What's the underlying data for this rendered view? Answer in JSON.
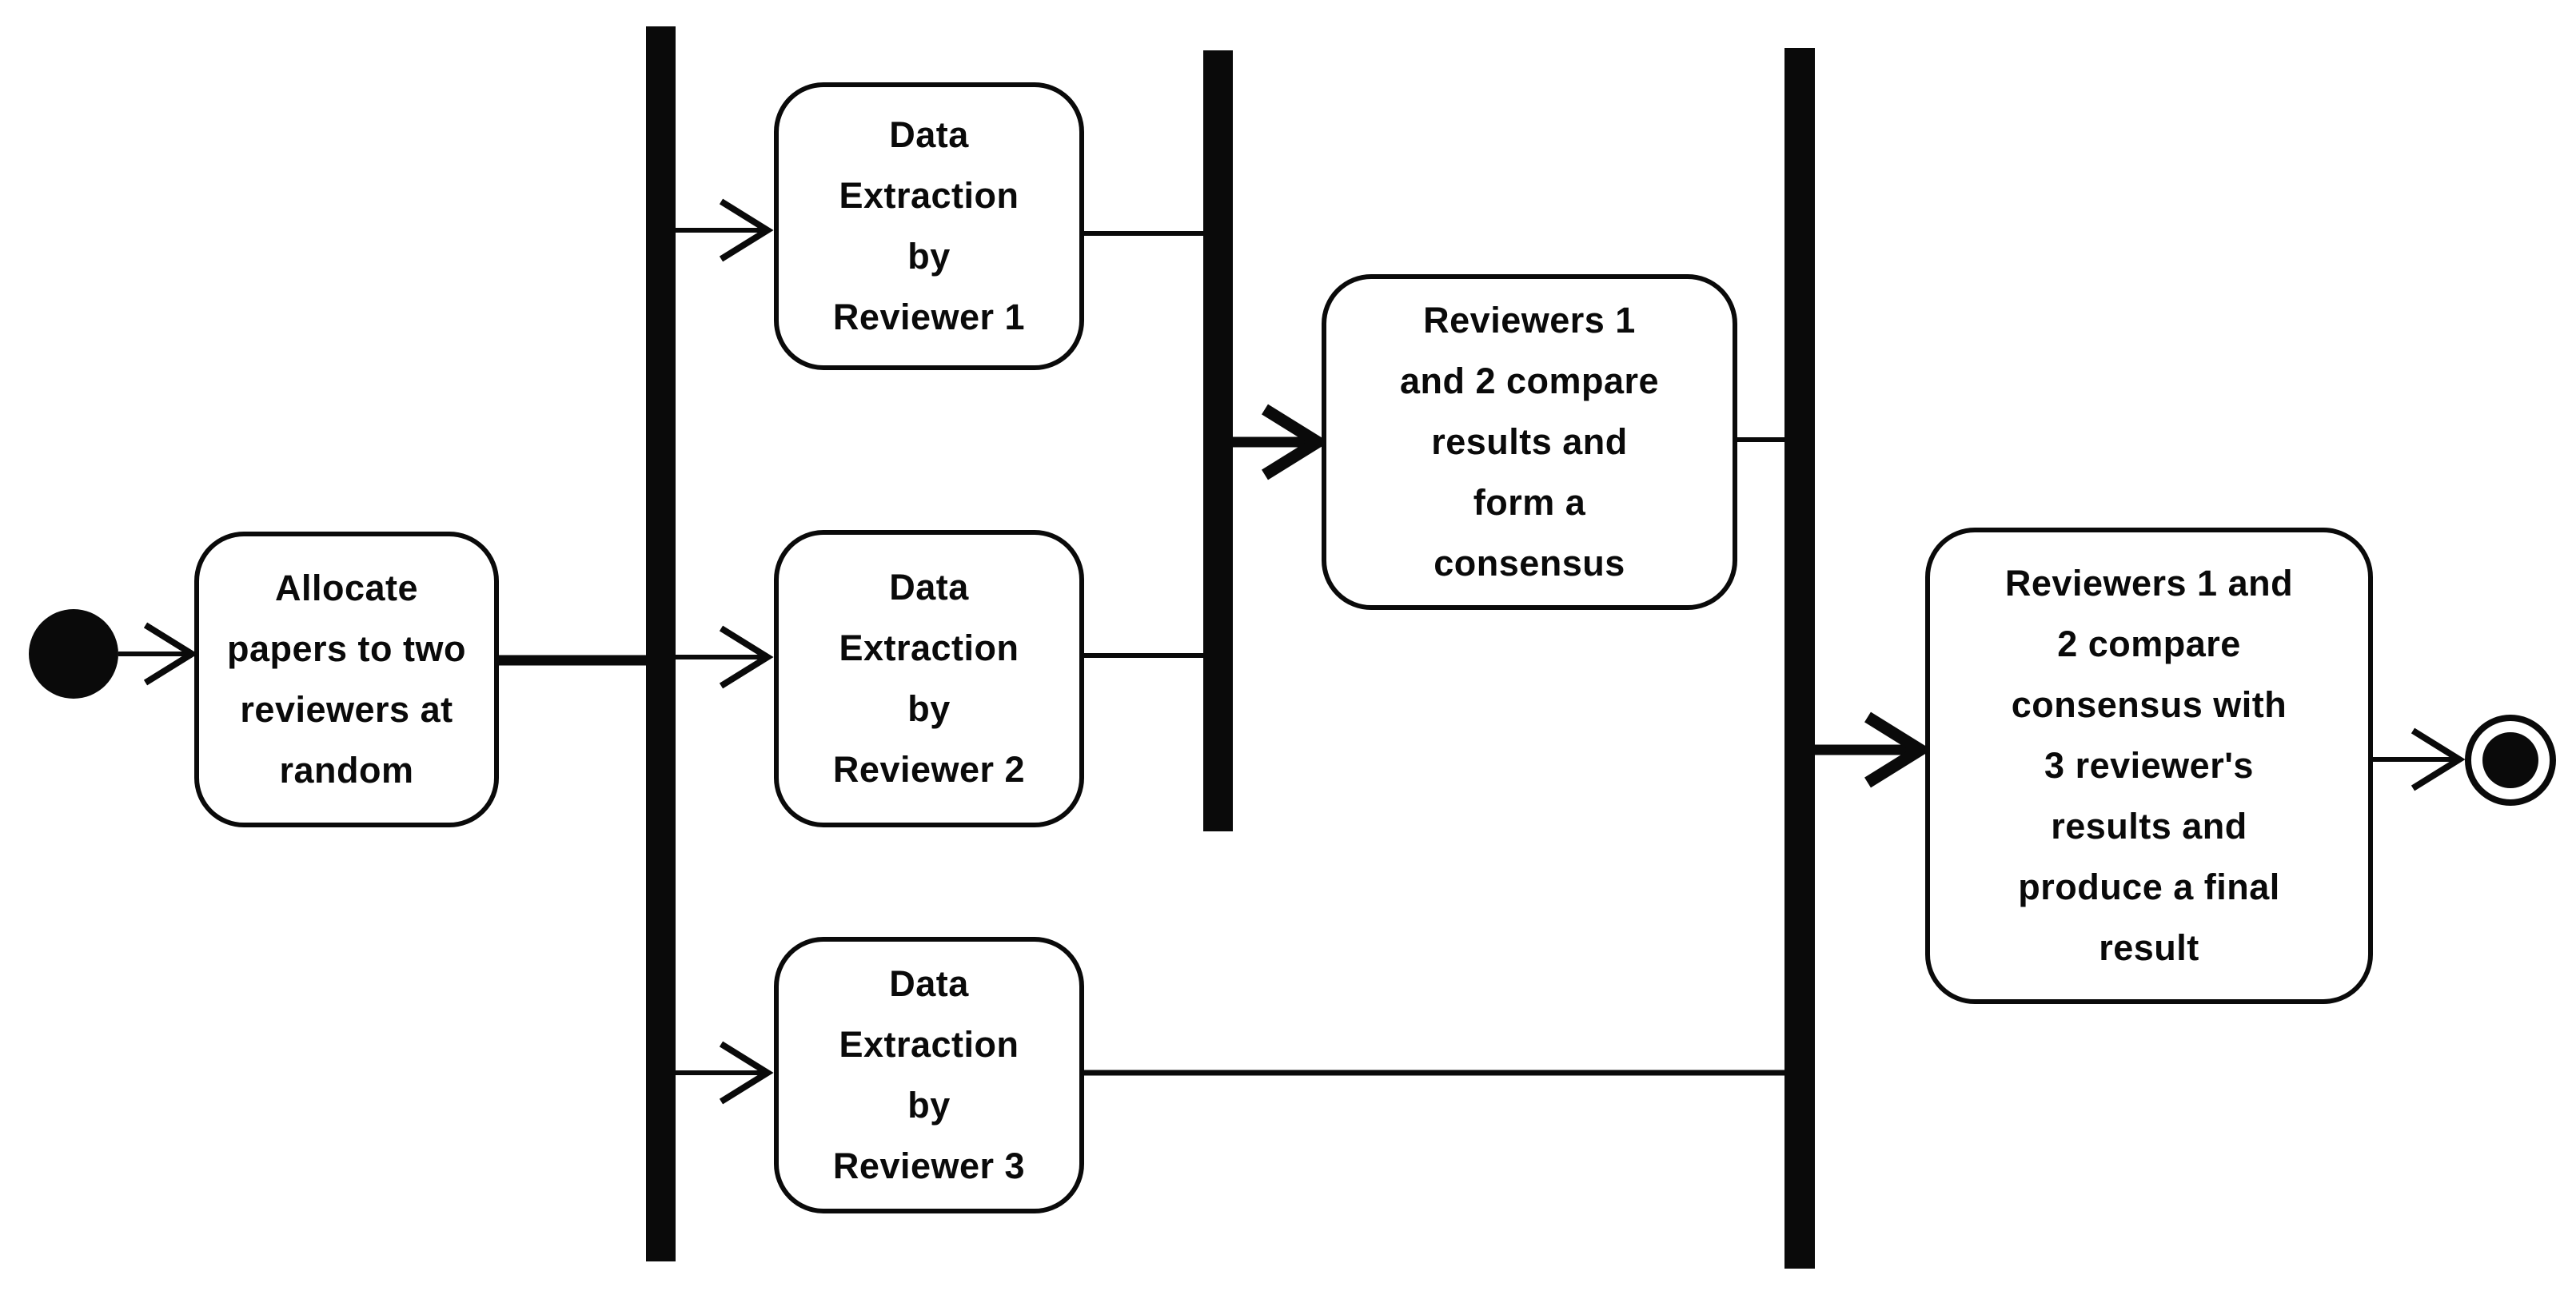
{
  "diagram_type": "uml-activity-diagram",
  "colors": {
    "ink": "#0a0a0a",
    "background": "#ffffff"
  },
  "nodes": {
    "start": {
      "kind": "initial-node"
    },
    "allocate": {
      "label": "Allocate\npapers to two\nreviewers at\nrandom"
    },
    "extract1": {
      "label": "Data\nExtraction\nby\nReviewer 1"
    },
    "extract2": {
      "label": "Data\nExtraction\nby\nReviewer 2"
    },
    "extract3": {
      "label": "Data\nExtraction\nby\nReviewer 3"
    },
    "consensus": {
      "label": "Reviewers 1\nand 2 compare\nresults and\nform a\nconsensus"
    },
    "final": {
      "label": "Reviewers 1 and\n2 compare\nconsensus with\n3 reviewer's\nresults and\nproduce a final\nresult"
    },
    "end": {
      "kind": "activity-final-node"
    }
  },
  "bars": {
    "fork1": {
      "role": "fork"
    },
    "join1": {
      "role": "join-fork"
    },
    "join2": {
      "role": "join"
    }
  },
  "edges": [
    {
      "from": "start",
      "to": "allocate",
      "arrow": "open-chevron"
    },
    {
      "from": "allocate",
      "to": "fork1",
      "arrow": "none"
    },
    {
      "from": "fork1",
      "to": "extract1",
      "arrow": "open-chevron"
    },
    {
      "from": "fork1",
      "to": "extract2",
      "arrow": "open-chevron"
    },
    {
      "from": "fork1",
      "to": "extract3",
      "arrow": "open-chevron"
    },
    {
      "from": "extract1",
      "to": "join1",
      "arrow": "none"
    },
    {
      "from": "extract2",
      "to": "join1",
      "arrow": "none"
    },
    {
      "from": "join1",
      "to": "consensus",
      "arrow": "bold-chevron"
    },
    {
      "from": "consensus",
      "to": "join2",
      "arrow": "none"
    },
    {
      "from": "extract3",
      "to": "join2",
      "arrow": "none"
    },
    {
      "from": "join2",
      "to": "final",
      "arrow": "bold-chevron"
    },
    {
      "from": "final",
      "to": "end",
      "arrow": "open-chevron"
    }
  ]
}
